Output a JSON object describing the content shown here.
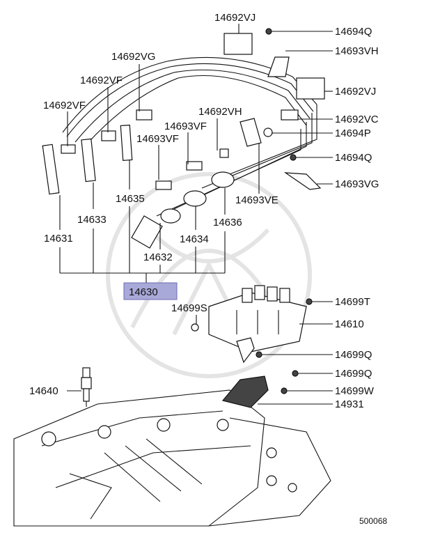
{
  "diagram": {
    "highlight_color": "#a9a9d9",
    "labels": {
      "p14692VJ_a": "14692VJ",
      "p14694Q_a": "14694Q",
      "p14693VH": "14693VH",
      "p14692VG": "14692VG",
      "p14692VF_a": "14692VF",
      "p14692VF_b": "14692VF",
      "p14692VJ_b": "14692VJ",
      "p14692VH": "14692VH",
      "p14692VC": "14692VC",
      "p14693VF_a": "14693VF",
      "p14693VF_b": "14693VF",
      "p14694P": "14694P",
      "p14694Q_b": "14694Q",
      "p14693VG": "14693VG",
      "p14635": "14635",
      "p14633": "14633",
      "p14693VE": "14693VE",
      "p14636": "14636",
      "p14631": "14631",
      "p14634": "14634",
      "p14632": "14632",
      "p14630": "14630",
      "p14699S": "14699S",
      "p14699T": "14699T",
      "p14610": "14610",
      "p14699Q_a": "14699Q",
      "p14699Q_b": "14699Q",
      "p14699W": "14699W",
      "p14640": "14640",
      "p14931": "14931"
    },
    "footer_code": "500068"
  }
}
